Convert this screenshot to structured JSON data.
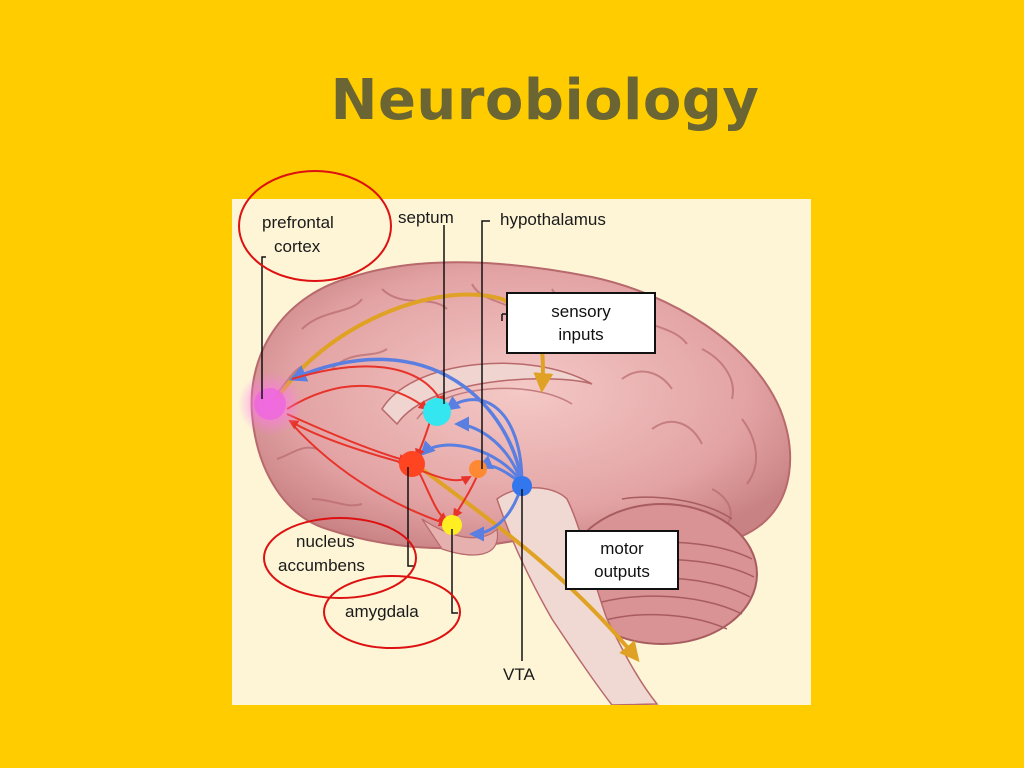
{
  "slide": {
    "title": "Neurobiology"
  },
  "diagram": {
    "labels": {
      "prefrontal_line1": "prefrontal",
      "prefrontal_line2": "cortex",
      "septum": "septum",
      "hypothalamus": "hypothalamus",
      "sensory_line1": "sensory",
      "sensory_line2": "inputs",
      "motor_line1": "motor",
      "motor_line2": "outputs",
      "nucleus_line1": "nucleus",
      "nucleus_line2": "accumbens",
      "amygdala": "amygdala",
      "vta": "VTA"
    },
    "region_colors": {
      "prefrontal": "#ee66dd",
      "septum": "#33e6f0",
      "nucleus_accumbens": "#ff4422",
      "hypothalamus": "#ff8833",
      "amygdala": "#ffee22",
      "vta": "#3377ee"
    },
    "pathway_colors": {
      "red": "#e8332a",
      "blue": "#5a7fe0",
      "gold": "#e0a224"
    },
    "highlight_circle_color": "#dd1111"
  }
}
